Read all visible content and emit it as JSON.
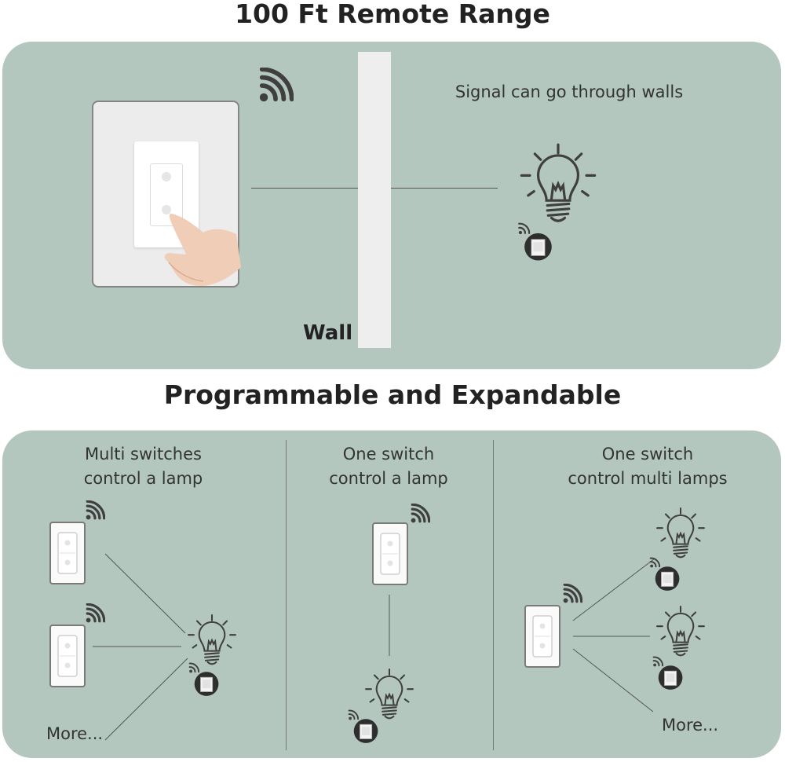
{
  "range_section": {
    "title": "100 Ft Remote Range",
    "signal_caption": "Signal can go through walls",
    "wall_label": "Wall"
  },
  "expand_section": {
    "title": "Programmable and Expandable",
    "columns": [
      {
        "caption_line1": "Multi switches",
        "caption_line2": "control a lamp",
        "more_label": "More..."
      },
      {
        "caption_line1": "One switch",
        "caption_line2": "control a lamp"
      },
      {
        "caption_line1": "One switch",
        "caption_line2": "control multi lamps",
        "more_label": "More..."
      }
    ]
  },
  "colors": {
    "panel": "#b3c7bf",
    "wall": "#eeeeee",
    "icon": "#3f3f3f"
  },
  "icons": [
    "wifi-signal-icon",
    "light-bulb-icon",
    "bulb-socket-receiver-icon",
    "wall-switch-icon",
    "hand-pressing-icon"
  ]
}
